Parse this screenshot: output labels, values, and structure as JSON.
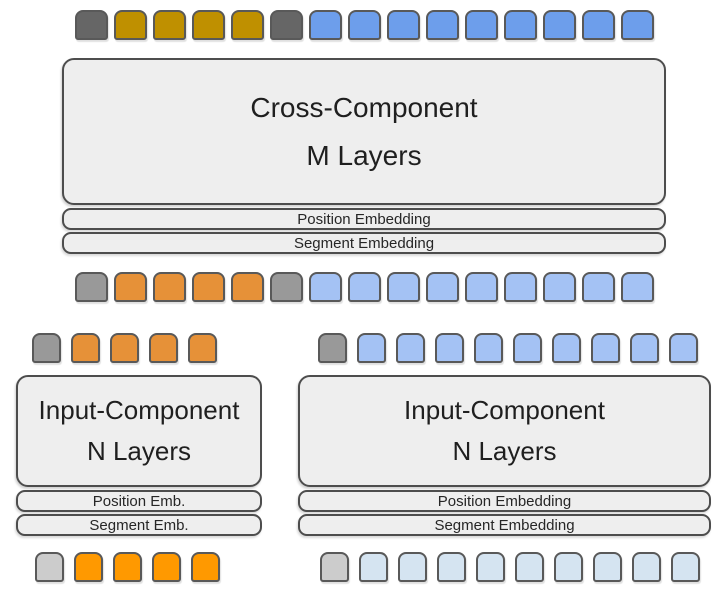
{
  "cross_component": {
    "title_line1": "Cross-Component",
    "title_line2": "M Layers",
    "position_embedding": "Position Embedding",
    "segment_embedding": "Segment Embedding"
  },
  "input_component_left": {
    "title_line1": "Input-Component",
    "title_line2": "N Layers",
    "position_embedding": "Position Emb.",
    "segment_embedding": "Segment Emb."
  },
  "input_component_right": {
    "title_line1": "Input-Component",
    "title_line2": "N Layers",
    "position_embedding": "Position Embedding",
    "segment_embedding": "Segment Embedding"
  },
  "tokens": {
    "cross_output": [
      "dark_gray",
      "gold",
      "gold",
      "gold",
      "gold",
      "dark_gray",
      "mid_blue",
      "mid_blue",
      "mid_blue",
      "mid_blue",
      "mid_blue",
      "mid_blue",
      "mid_blue",
      "mid_blue",
      "mid_blue"
    ],
    "cross_input": [
      "gray",
      "orange",
      "orange",
      "orange",
      "orange",
      "gray",
      "light_blue",
      "light_blue",
      "light_blue",
      "light_blue",
      "light_blue",
      "light_blue",
      "light_blue",
      "light_blue",
      "light_blue"
    ],
    "left_output": [
      "gray",
      "orange",
      "orange",
      "orange",
      "orange"
    ],
    "right_output": [
      "gray",
      "light_blue",
      "light_blue",
      "light_blue",
      "light_blue",
      "light_blue",
      "light_blue",
      "light_blue",
      "light_blue",
      "light_blue"
    ],
    "left_input": [
      "pale_gray",
      "bright_orange",
      "bright_orange",
      "bright_orange",
      "bright_orange"
    ],
    "right_input": [
      "pale_gray",
      "pale_blue",
      "pale_blue",
      "pale_blue",
      "pale_blue",
      "pale_blue",
      "pale_blue",
      "pale_blue",
      "pale_blue",
      "pale_blue"
    ]
  },
  "colors": {
    "dark_gray": "#666666",
    "gold": "#bf9000",
    "mid_blue": "#6d9eeb",
    "gray": "#999999",
    "orange": "#e69138",
    "light_blue": "#a4c2f4",
    "pale_gray": "#cccccc",
    "bright_orange": "#ff9900",
    "pale_blue": "#d5e4f1"
  }
}
